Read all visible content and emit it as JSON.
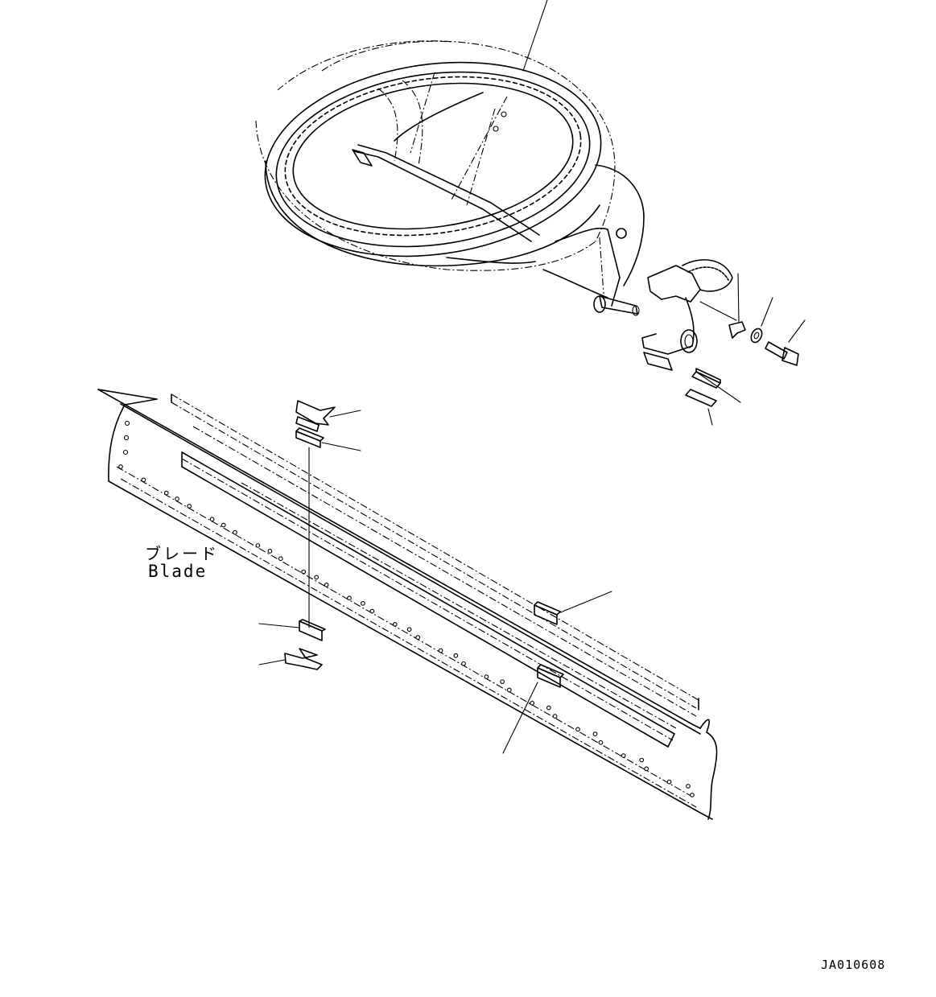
{
  "blade_label": {
    "japanese": "ブレード",
    "english": "Blade"
  },
  "drawing_code": "JA010608",
  "parts": {
    "circle_assembly": {
      "icon": "gear-ring-circle-icon"
    },
    "swing_bracket": {
      "icon": "bracket-arm-icon"
    },
    "lock_clip": {
      "icon": "clip-icon"
    },
    "washer": {
      "icon": "washer-icon"
    },
    "bolt": {
      "icon": "bolt-icon"
    },
    "shims": {
      "icon": "shim-icon"
    },
    "blade": {
      "icon": "blade-icon"
    },
    "wear_strips": {
      "icon": "strip-icon"
    }
  }
}
